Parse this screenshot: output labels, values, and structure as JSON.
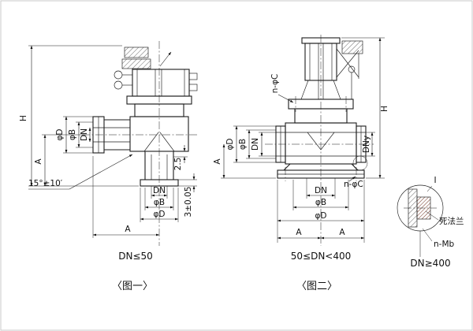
{
  "drawing": {
    "figure1": {
      "caption": "〈图一〉",
      "range_label": "DN≤50",
      "dims": {
        "H": "H",
        "A_left": "A",
        "phiD_side": "φD",
        "phiB_side": "φB",
        "DN_side": "DN",
        "seat_angle": "15°±10′",
        "seat_lip": "2.5",
        "flange_thickness": "3±0.05",
        "DN_bottom": "DN",
        "phiB_bottom": "φB",
        "phiD_bottom": "φD",
        "A_bottom": "A"
      }
    },
    "figure2": {
      "caption": "〈图二〉",
      "range_label": "50≤DN<400",
      "dims": {
        "H": "H",
        "n_phiC_top": "n-φC",
        "DNy": "DNy",
        "A_left": "A",
        "phiD_left": "φD",
        "phiB_left": "φB",
        "DN_left": "DN",
        "n_phiC_bottom": "n-φC",
        "DN_bottom": "DN",
        "phiB_bottom": "φB",
        "phiD_bottom": "φD",
        "A_bottom_left": "A",
        "A_bottom_right": "A"
      }
    },
    "detail": {
      "callout": "I",
      "blind_flange_label": "死法兰",
      "bolt_spec": "n-Mb",
      "range_label": "DN≥400"
    },
    "colors": {
      "line": "#1c1c1c",
      "hatch": "#444444",
      "blind_flange_hatch": "#7a4030",
      "background": "#ffffff"
    }
  }
}
